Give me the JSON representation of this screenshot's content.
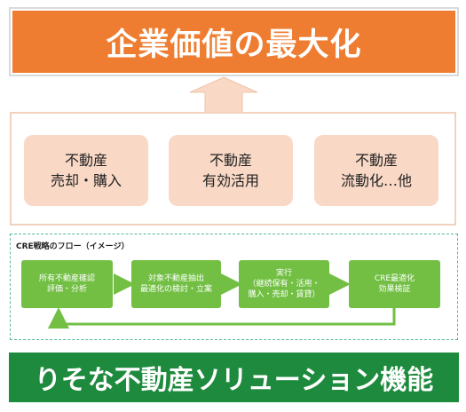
{
  "top_banner": {
    "title": "企業価値の最大化"
  },
  "middle_boxes": [
    {
      "line1": "不動産",
      "line2": "売却・購入"
    },
    {
      "line1": "不動産",
      "line2": "有効活用"
    },
    {
      "line1": "不動産",
      "line2": "流動化…他"
    }
  ],
  "flow": {
    "title": "CRE戦略のフロー（イメージ）",
    "steps": [
      {
        "line1": "所有不動産確認",
        "line2": "評価・分析"
      },
      {
        "line1": "対象不動産抽出",
        "line2": "最適化の検討・立案"
      },
      {
        "line1": "実行",
        "line2": "（継続保有・活用・",
        "line3": "購入・売却・賃貸）"
      },
      {
        "line1": "CRE最適化",
        "line2": "効果検証"
      }
    ]
  },
  "bottom_banner": {
    "title": "りそな不動産ソリューション機能"
  },
  "colors": {
    "orange": "#ee7d31",
    "peach": "#f9d8c5",
    "green_box": "#72bf44",
    "green_banner": "#1e8a3d",
    "dashed_border": "#58b6a2"
  }
}
